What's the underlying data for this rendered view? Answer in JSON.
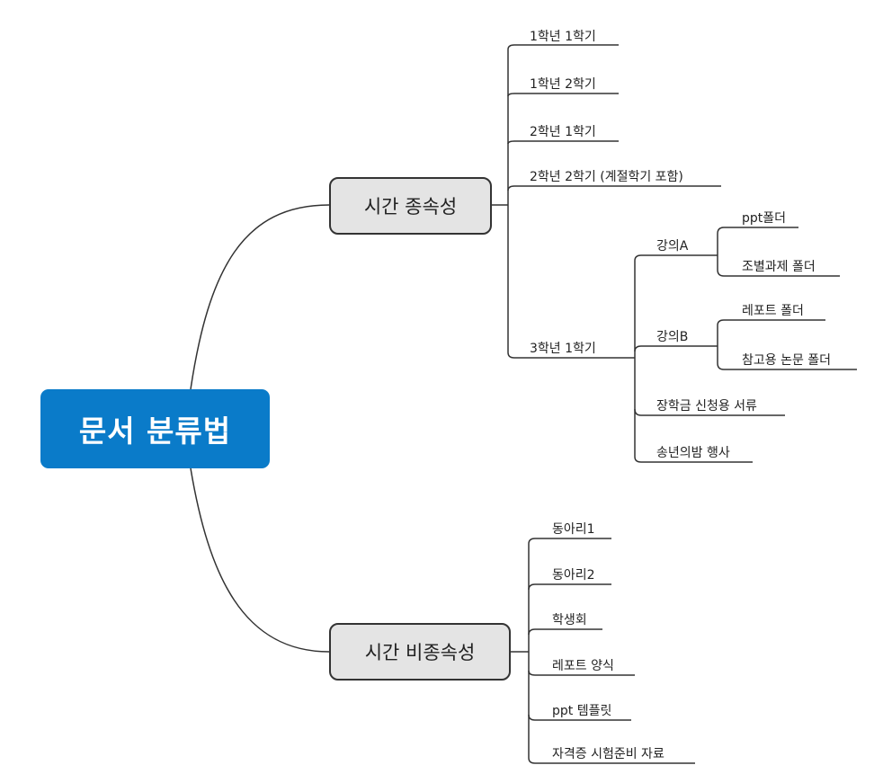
{
  "root": {
    "label": "문서 분류법"
  },
  "branches": [
    {
      "label": "시간 종속성",
      "children": [
        {
          "label": "1학년 1학기"
        },
        {
          "label": "1학년 2학기"
        },
        {
          "label": "2학년 1학기"
        },
        {
          "label": "2학년 2학기 (계절학기 포함)"
        },
        {
          "label": "3학년 1학기",
          "children": [
            {
              "label": "강의A",
              "children": [
                {
                  "label": "ppt폴더"
                },
                {
                  "label": "조별과제 폴더"
                }
              ]
            },
            {
              "label": "강의B",
              "children": [
                {
                  "label": "레포트 폴더"
                },
                {
                  "label": "참고용 논문 폴더"
                }
              ]
            },
            {
              "label": "장학금 신청용 서류"
            },
            {
              "label": "송년의밤 행사"
            }
          ]
        }
      ]
    },
    {
      "label": "시간 비종속성",
      "children": [
        {
          "label": "동아리1"
        },
        {
          "label": "동아리2"
        },
        {
          "label": "학생회"
        },
        {
          "label": "레포트 양식"
        },
        {
          "label": "ppt 템플릿"
        },
        {
          "label": "자격증 시험준비 자료"
        }
      ]
    }
  ],
  "colors": {
    "root": "#0a7bc9",
    "topic_fill": "#e4e4e4",
    "line": "#333333"
  }
}
